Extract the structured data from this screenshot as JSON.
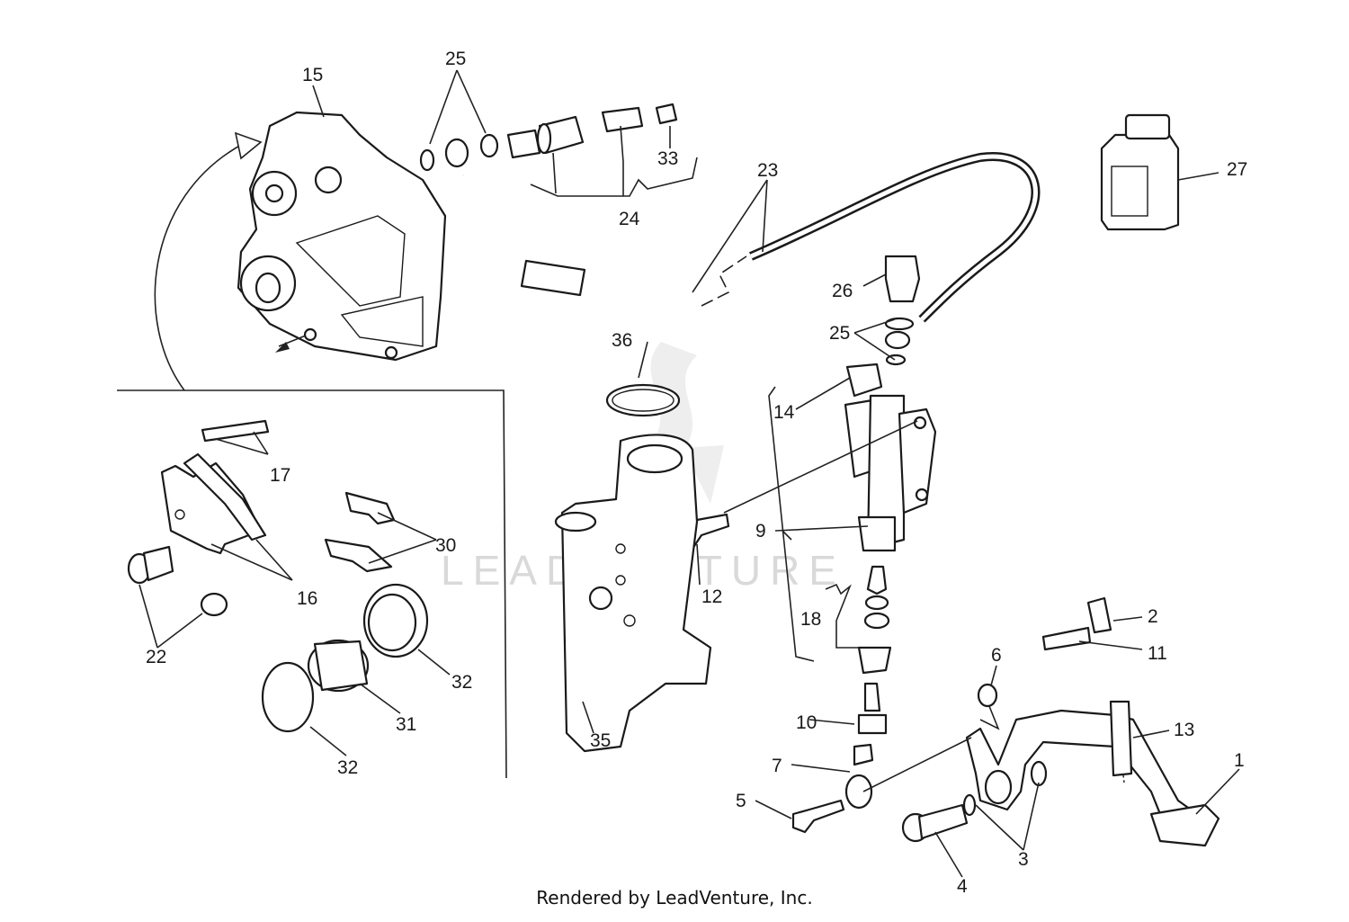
{
  "watermark": "LEADVENTURE",
  "footer": "Rendered by LeadVenture, Inc.",
  "callouts": {
    "c1": "1",
    "c2": "2",
    "c3": "3",
    "c4": "4",
    "c5": "5",
    "c6": "6",
    "c7": "7",
    "c9": "9",
    "c10": "10",
    "c11": "11",
    "c12": "12",
    "c13": "13",
    "c14": "14",
    "c15": "15",
    "c16": "16",
    "c17": "17",
    "c18": "18",
    "c22": "22",
    "c23": "23",
    "c24": "24",
    "c25a": "25",
    "c25b": "25",
    "c26": "26",
    "c27": "27",
    "c30": "30",
    "c31": "31",
    "c32a": "32",
    "c32b": "32",
    "c33": "33",
    "c35": "35",
    "c36": "36"
  }
}
